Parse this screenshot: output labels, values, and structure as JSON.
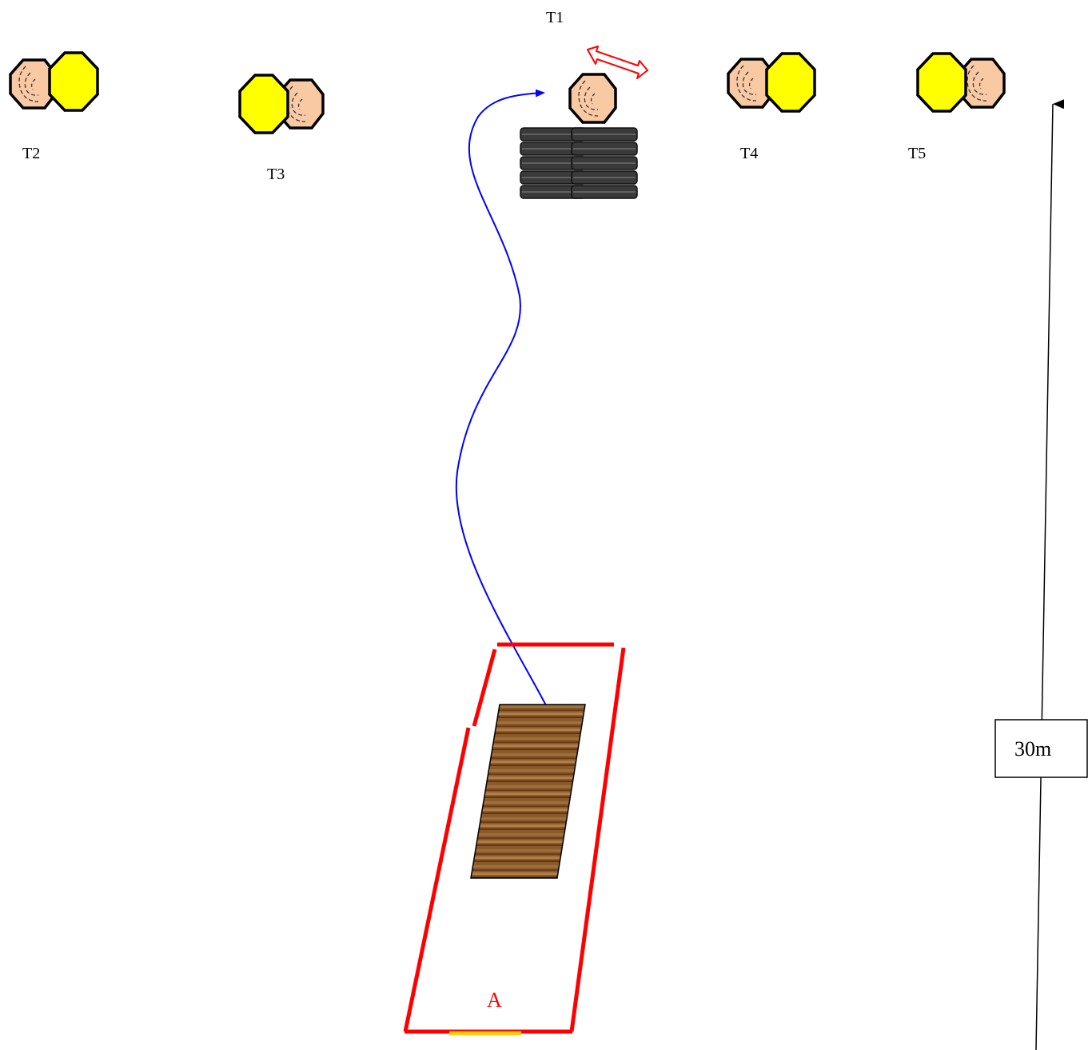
{
  "labels": {
    "t1": "T1",
    "t2": "T2",
    "t3": "T3",
    "t4": "T4",
    "t5": "T5",
    "start_box": "A",
    "distance": "30m"
  },
  "colors": {
    "target_tan": "#f9c9a4",
    "no_shoot_yellow": "#ffff00",
    "outline": "#000000",
    "tire": "#3a3a3a",
    "start_box_border": "#ff0000",
    "start_line": "#ffcc00",
    "path": "#0000ff",
    "swing_arrow": "#ff0000",
    "label_red": "#ff0000"
  },
  "icons": {
    "target": "target-icon",
    "no_shoot": "no-shoot-icon",
    "tire_stack": "tire-stack-icon",
    "wooden_platform": "wooden-platform-icon",
    "swing_arrow": "double-arrow-icon"
  }
}
